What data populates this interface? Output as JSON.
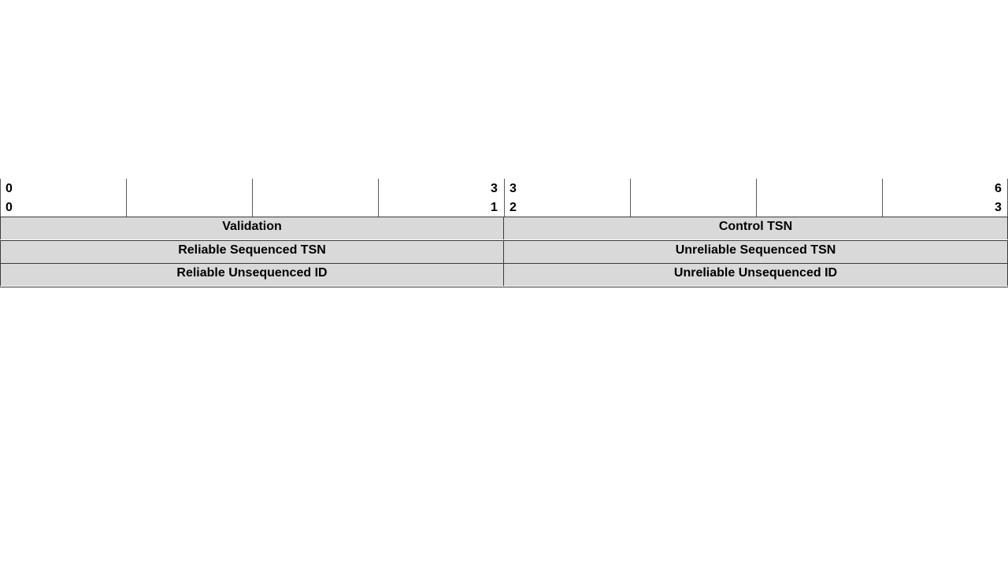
{
  "ruler": {
    "word1_start_top": "0",
    "word1_start_bottom": "0",
    "word1_end_top": "3",
    "word1_end_bottom": "1",
    "word2_start_top": "3",
    "word2_start_bottom": "2",
    "word2_end_top": "6",
    "word2_end_bottom": "3"
  },
  "fields": {
    "row1_left": "Validation",
    "row1_right": "Control TSN",
    "row2_left": "Reliable Sequenced TSN",
    "row2_right": "Unreliable Sequenced TSN",
    "row3_left": "Reliable Unsequenced ID",
    "row3_right": "Unreliable Unsequenced ID"
  },
  "colors": {
    "field_fill": "#d9d9d9",
    "border": "#3a3a3a",
    "tick": "#5a5a5a"
  }
}
